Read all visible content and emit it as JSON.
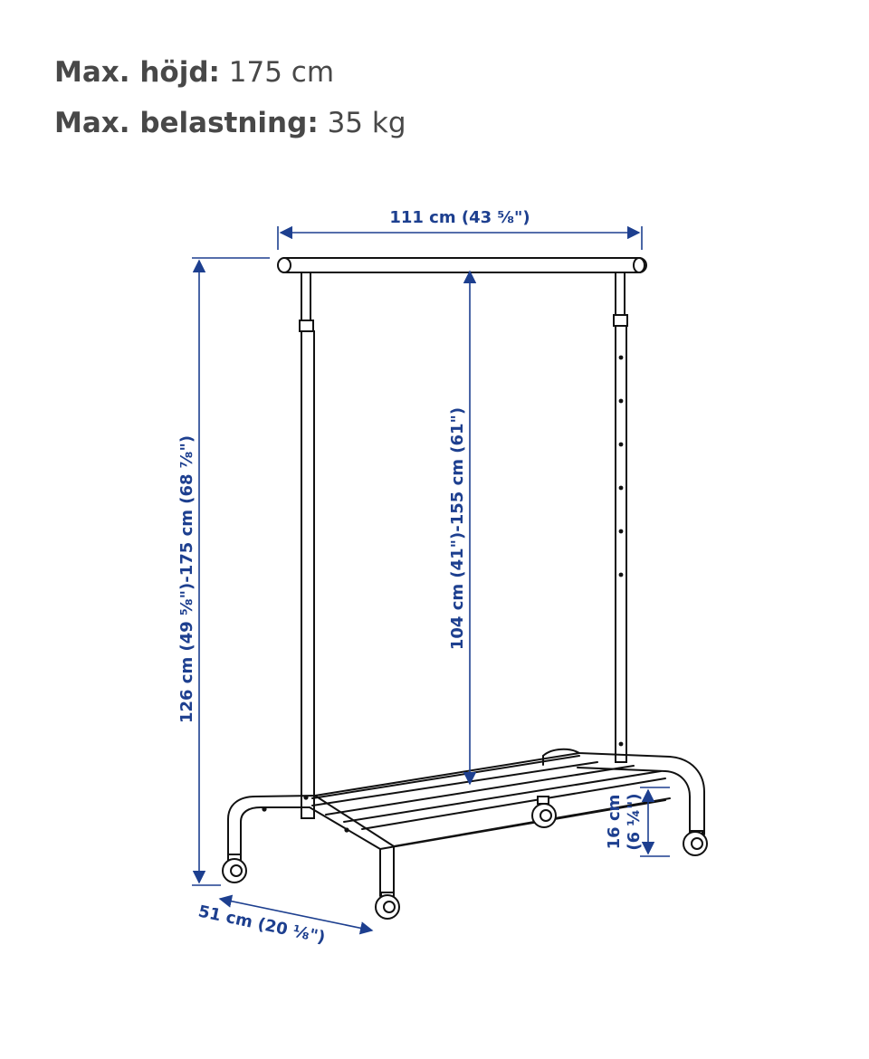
{
  "specs": {
    "height_label": "Max. höjd:",
    "height_value": "175 cm",
    "load_label": "Max. belastning:",
    "load_value": "35 kg"
  },
  "dimensions": {
    "width": "111 cm (43 ⅝\")",
    "total_height": "126 cm (49 ⅝\")-175 cm (68 ⅞\")",
    "hanging_height": "104 cm (41\")-155 cm (61\")",
    "depth": "51 cm (20 ⅛\")",
    "shelf_height_cm": "16 cm",
    "shelf_height_in": "(6 ¼\")"
  },
  "colors": {
    "dimension": "#1d3f8f",
    "text": "#484848",
    "outline": "#111111"
  }
}
